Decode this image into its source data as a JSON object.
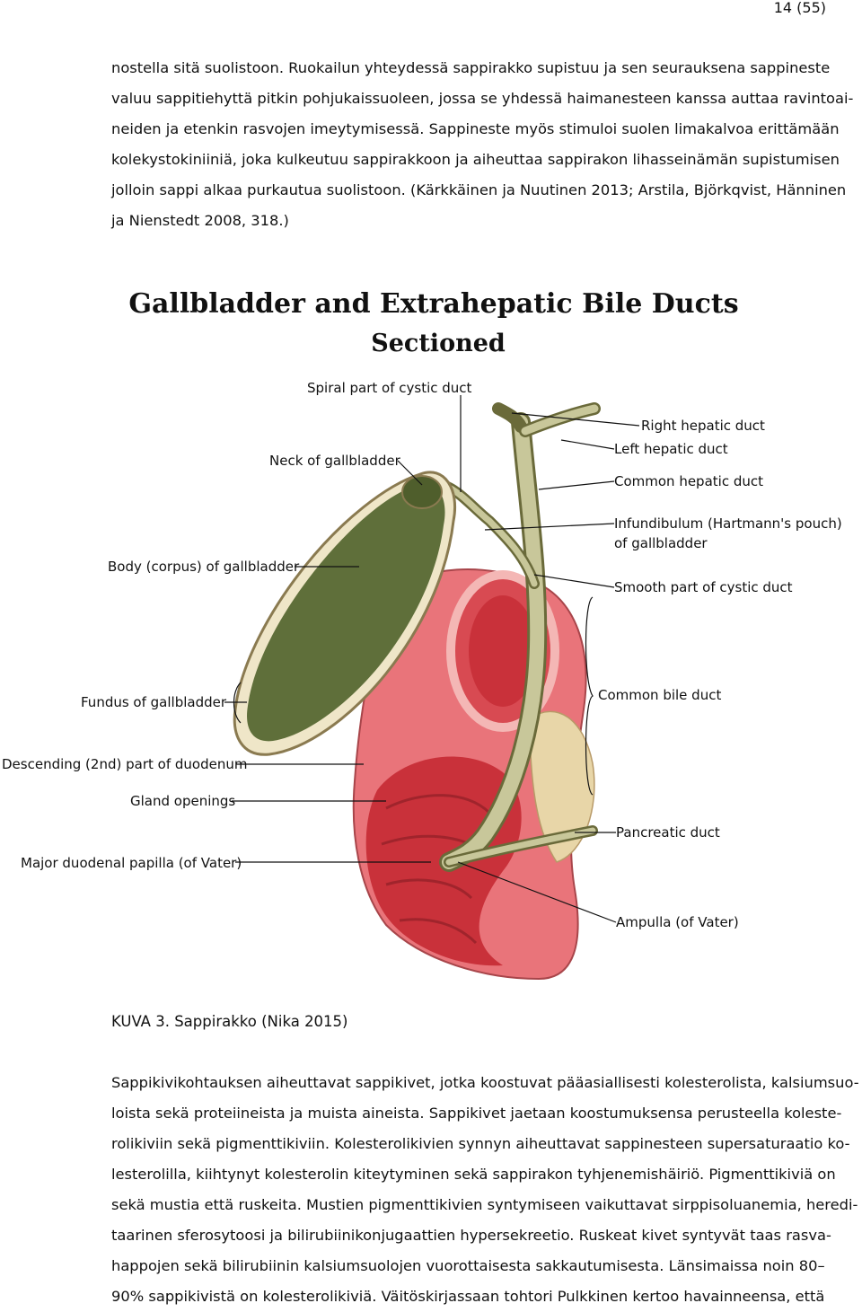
{
  "page": {
    "number": "14 (55)"
  },
  "paragraph1": {
    "lines": [
      "nostella sitä suolistoon. Ruokailun yhteydessä sappirakko supistuu ja sen seurauksena sappineste",
      "valuu sappitiehyttä pitkin pohjukaissuoleen, jossa se yhdessä haimanesteen kanssa auttaa ravintoai-",
      "neiden ja etenkin rasvojen imeytymisessä. Sappineste myös stimuloi suolen limakalvoa erittämään",
      "kolekystokiniiniä, joka kulkeutuu sappirakkoon ja aiheuttaa sappirakon lihasseinämän supistumisen",
      "jolloin sappi alkaa purkautua suolistoon. (Kärkkäinen ja Nuutinen 2013; Arstila, Björkqvist, Hänninen",
      "ja Nienstedt 2008, 318.)"
    ]
  },
  "figure": {
    "title": "Gallbladder and Extrahepatic Bile Ducts",
    "subtitle": "Sectioned",
    "labels": {
      "spiral_cystic": "Spiral part of cystic duct",
      "neck": "Neck of gallbladder",
      "body": "Body (corpus) of gallbladder",
      "fundus": "Fundus of gallbladder",
      "descending": "Descending (2nd) part of duodenum",
      "gland": "Gland openings",
      "papilla": "Major duodenal papilla (of Vater)",
      "right_hepatic": "Right hepatic duct",
      "left_hepatic": "Left hepatic duct",
      "common_hepatic": "Common hepatic duct",
      "infundibulum_1": "Infundibulum (Hartmann's pouch)",
      "infundibulum_2": "of gallbladder",
      "smooth_cystic": "Smooth part of cystic duct",
      "common_bile": "Common bile duct",
      "pancreatic": "Pancreatic duct",
      "ampulla": "Ampulla (of Vater)"
    },
    "colors": {
      "gallbladder": "#5f6f3a",
      "duodenum": "#e9747a",
      "mucosa": "#c9313a",
      "duct": "#c8c79a"
    }
  },
  "caption": "KUVA 3. Sappirakko (Nika 2015)",
  "paragraph2": {
    "lines": [
      "Sappikivikohtauksen aiheuttavat sappikivet, jotka koostuvat pääasiallisesti kolesterolista, kalsiumsuo-",
      "loista sekä proteiineista ja muista aineista. Sappikivet jaetaan koostumuksensa perusteella koleste-",
      "rolikiviin sekä pigmenttikiviin. Kolesterolikivien synnyn aiheuttavat sappinesteen supersaturaatio ko-",
      "lesterolilla, kiihtynyt kolesterolin kiteytyminen sekä sappirakon tyhjenemishäiriö. Pigmenttikiviä on",
      "sekä mustia että ruskeita. Mustien pigmenttikivien syntymiseen vaikuttavat sirppisoluanemia, heredi-",
      "taarinen sferosytoosi ja bilirubiinikonjugaattien hypersekreetio. Ruskeat kivet syntyvät taas rasva-",
      "happojen sekä bilirubiinin kalsiumsuolojen vuorottaisesta sakkautumisesta. Länsimaissa noin 80–",
      "90% sappikivistä on kolesterolikiviä. Väitöskirjassaan tohtori Pulkkinen kertoo havainneensa, että"
    ]
  }
}
